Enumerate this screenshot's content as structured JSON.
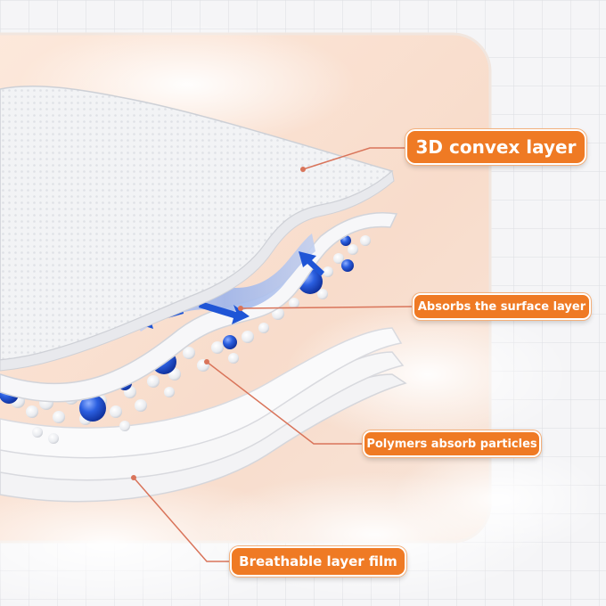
{
  "labels": {
    "convex_layer": "3D convex layer",
    "surface_layer": "Absorbs the surface layer",
    "polymers": "Polymers absorb particles",
    "breathable": "Breathable layer film"
  },
  "colors": {
    "accent": "#ef7a24",
    "leader_line": "#d9745a",
    "particle_blue": "#1e4fd6",
    "panel_peach": "#fbe3d3"
  }
}
